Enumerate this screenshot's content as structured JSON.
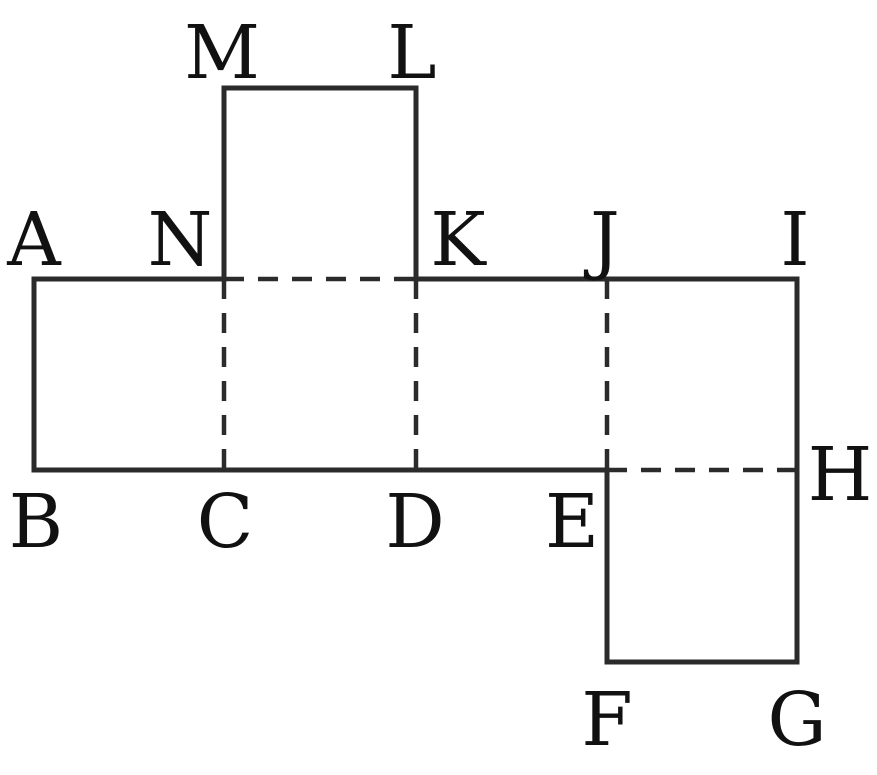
{
  "diagram": {
    "type": "cube-net",
    "stroke_color": "#2b2b2b",
    "label_color": "#111111",
    "background": "#ffffff",
    "vertices": {
      "A": "A",
      "B": "B",
      "C": "C",
      "D": "D",
      "E": "E",
      "F": "F",
      "G": "G",
      "H": "H",
      "I": "I",
      "J": "J",
      "K": "K",
      "L": "L",
      "M": "M",
      "N": "N"
    }
  }
}
